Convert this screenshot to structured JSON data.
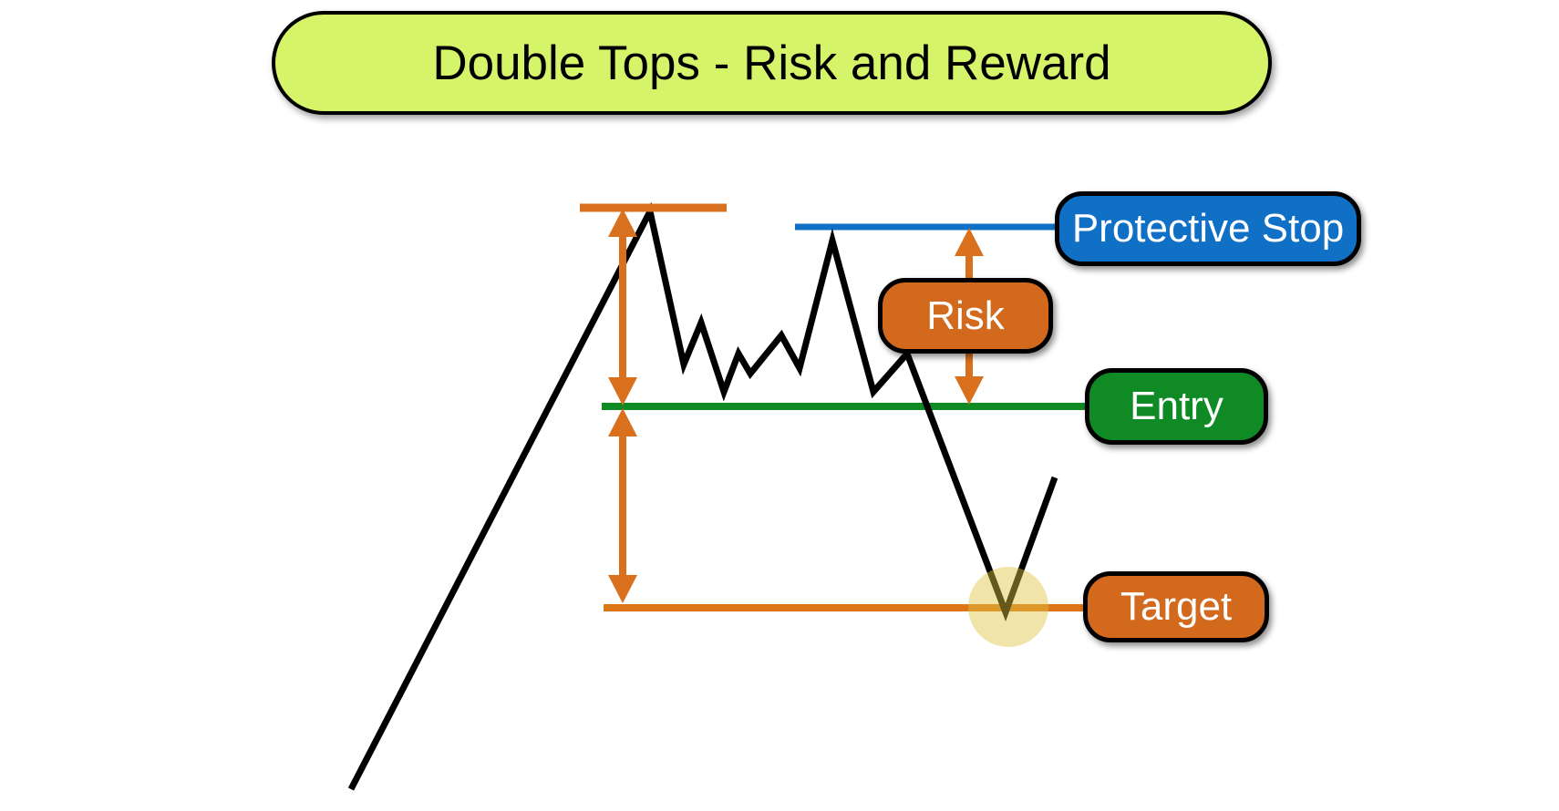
{
  "title": "Double Tops - Risk and Reward",
  "labels": {
    "protective_stop": "Protective Stop",
    "risk": "Risk",
    "entry": "Entry",
    "target": "Target"
  },
  "colors": {
    "title_fill": "#d6f46a",
    "stop_blue": "#0f70c6",
    "entry_green": "#0f8a24",
    "box_orange": "#d2691c",
    "arrow_orange": "#d8701d",
    "target_line_orange": "#dd7519",
    "price_line_black": "#000000",
    "target_highlight": "rgba(222,196,62,0.45)",
    "label_text": "#ffffff",
    "title_text": "#000000"
  }
}
